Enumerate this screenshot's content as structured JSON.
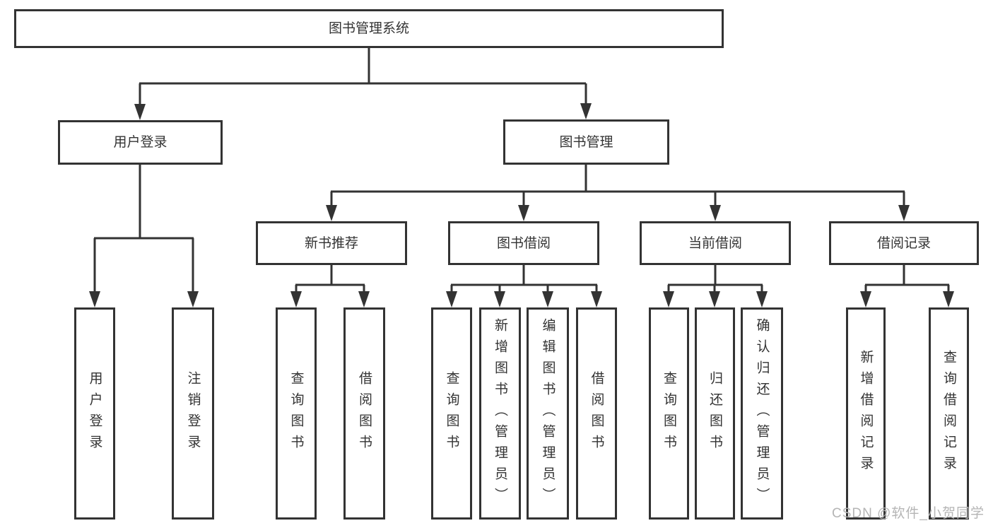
{
  "tree": {
    "root": "图书管理系统",
    "level2": [
      {
        "label": "用户登录",
        "leaves": [
          "用户登录",
          "注销登录"
        ]
      },
      {
        "label": "图书管理",
        "sections": [
          {
            "label": "新书推荐",
            "leaves": [
              "查询图书",
              "借阅图书"
            ]
          },
          {
            "label": "图书借阅",
            "leaves": [
              "查询图书",
              "新增图书（管理员）",
              "编辑图书（管理员）",
              "借阅图书"
            ]
          },
          {
            "label": "当前借阅",
            "leaves": [
              "查询图书",
              "归还图书",
              "确认归还（管理员）"
            ]
          },
          {
            "label": "借阅记录",
            "leaves": [
              "新增借阅记录",
              "查询借阅记录"
            ]
          }
        ]
      }
    ]
  },
  "watermark": "CSDN @软件_小贺同学",
  "colors": {
    "border": "#333333",
    "text": "#333333",
    "watermark": "#b5b5b5",
    "background": "#ffffff"
  }
}
